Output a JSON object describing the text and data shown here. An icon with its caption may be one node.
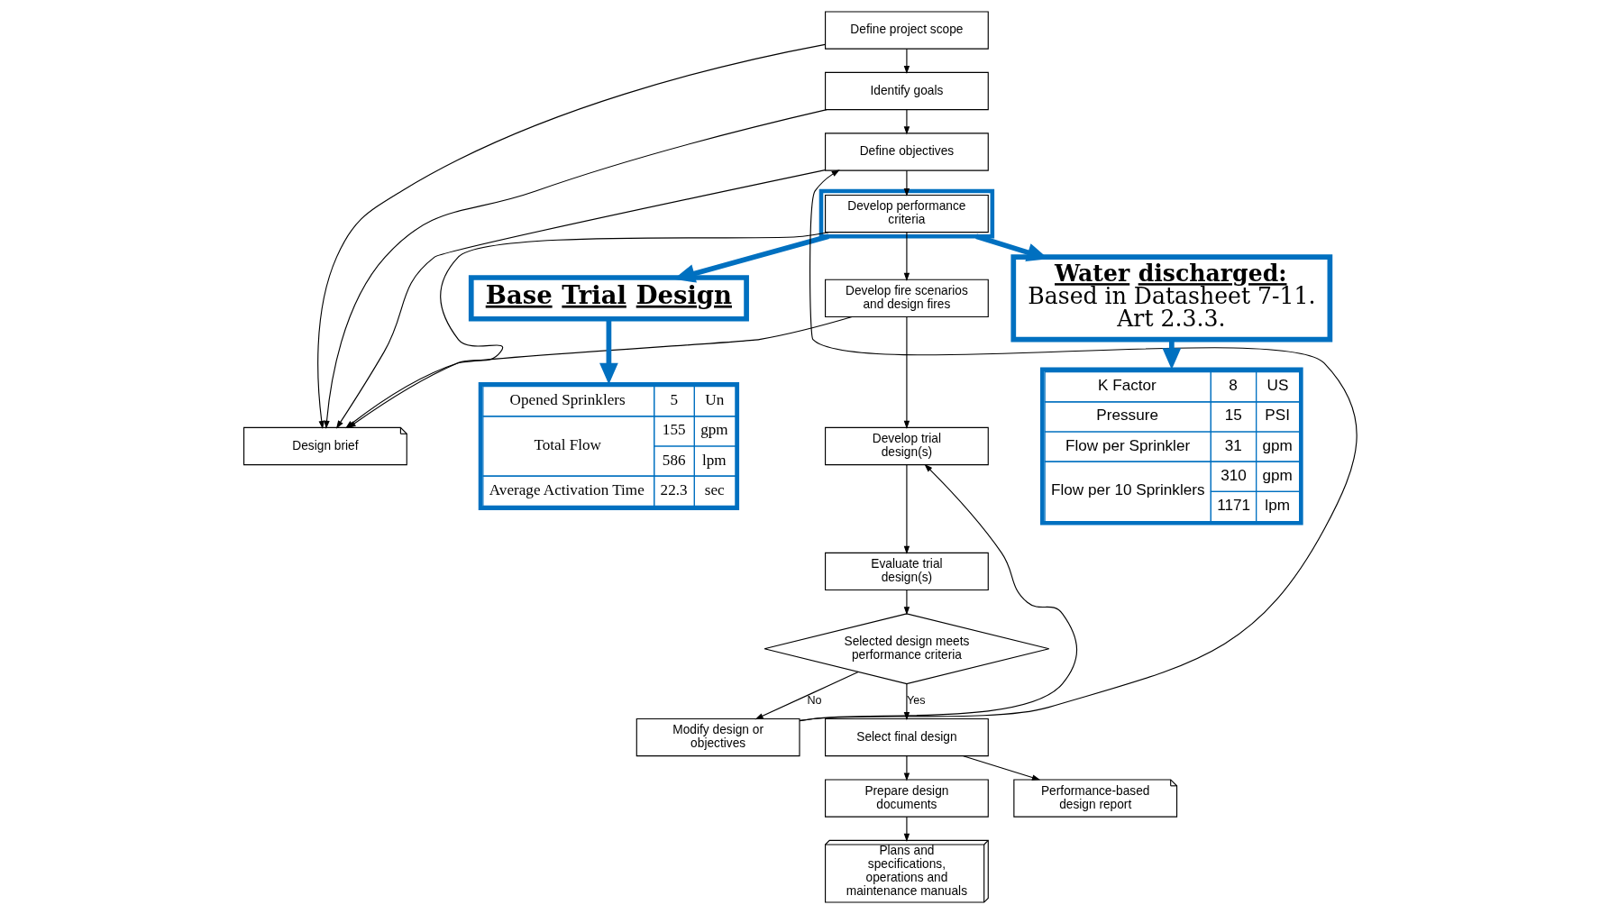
{
  "diagram": {
    "nodes": [
      {
        "text": [
          "Define project scope"
        ]
      },
      {
        "text": [
          "Identify goals"
        ]
      },
      {
        "text": [
          "Define objectives"
        ]
      },
      {
        "text": [],
        "shape": "box"
      },
      {
        "text": [
          "Develop performance criteria"
        ],
        "in": 3
      },
      {
        "text": [
          "Develop fire scenarios and design fires"
        ]
      },
      {
        "text": [
          "Develop trial design(s)"
        ]
      },
      {
        "text": [
          "Evaluate trial design(s)"
        ]
      },
      {
        "text": [
          "Selected design meets performance criteria"
        ]
      },
      {
        "text": [
          "Modify design or objectives"
        ]
      },
      {
        "text": [
          "Select final design"
        ]
      },
      {
        "text": [
          "Prepare design documents"
        ]
      },
      {
        "text": [
          "Design brief"
        ]
      },
      {
        "text": [
          "Performance-based design report"
        ]
      },
      {
        "text": [
          "Plans and specifications, operations and maintenance manuals"
        ]
      },
      {
        "text": [
          "Water discharged:",
          "Based in Datasheet 7-11. Art 2.3.3."
        ]
      },
      {
        "text": [
          "K Factor",
          "8",
          "US",
          "Pressure",
          "15",
          "PSI",
          "Flow per Sprinkler",
          "31",
          "gpm",
          "Flow per 10 Sprinklers",
          "310",
          "gpm",
          "1171",
          "lpm"
        ]
      },
      {
        "text": [
          "Base Trial Design"
        ]
      },
      {
        "text": [
          "Opened Sprinklers",
          "5",
          "Un",
          "Total Flow",
          "155",
          "gpm",
          "586",
          "lpm",
          "Average Activation Time",
          "22.3",
          "sec"
        ]
      }
    ],
    "edges": [
      {
        "from": 0,
        "to": 1,
        "arrow": "to"
      },
      {
        "from": 1,
        "to": 2,
        "arrow": "to"
      },
      {
        "from": 2,
        "to": 4,
        "arrow": "to"
      },
      {
        "from": 4,
        "to": 5,
        "arrow": "to"
      },
      {
        "from": 5,
        "to": 6,
        "arrow": "to"
      },
      {
        "from": 6,
        "to": 7,
        "arrow": "to"
      },
      {
        "from": 7,
        "to": 8,
        "arrow": "to"
      },
      {
        "from": 8,
        "to": 9,
        "arrow": "to",
        "label": "No"
      },
      {
        "from": 9,
        "to": 2,
        "arrow": "to"
      },
      {
        "from": 9,
        "to": 6,
        "arrow": "to"
      },
      {
        "from": 8,
        "to": 10,
        "arrow": "to",
        "label": "Yes"
      },
      {
        "from": 10,
        "to": 13,
        "arrow": "to"
      },
      {
        "from": 10,
        "to": 11,
        "arrow": "to"
      },
      {
        "from": 11,
        "to": 14,
        "arrow": "to"
      },
      {
        "from": 0,
        "to": 12,
        "arrow": "to"
      },
      {
        "from": 1,
        "to": 12,
        "arrow": "to"
      },
      {
        "from": 2,
        "to": 12,
        "arrow": "to"
      },
      {
        "from": 4,
        "to": 12,
        "arrow": "to"
      },
      {
        "from": 5,
        "to": 12,
        "arrow": "to"
      },
      {
        "from": 3,
        "to": 15,
        "arrow": "to",
        "style": "thick",
        "color": "#0070c0"
      },
      {
        "from": 3,
        "to": 17,
        "arrow": "to",
        "style": "thick",
        "color": "#0070c0"
      },
      {
        "from": 15,
        "to": 16,
        "arrow": "to",
        "style": "thick",
        "color": "#0070c0"
      },
      {
        "from": 17,
        "to": 18,
        "arrow": "to",
        "style": "thick",
        "color": "#0070c0"
      }
    ]
  }
}
